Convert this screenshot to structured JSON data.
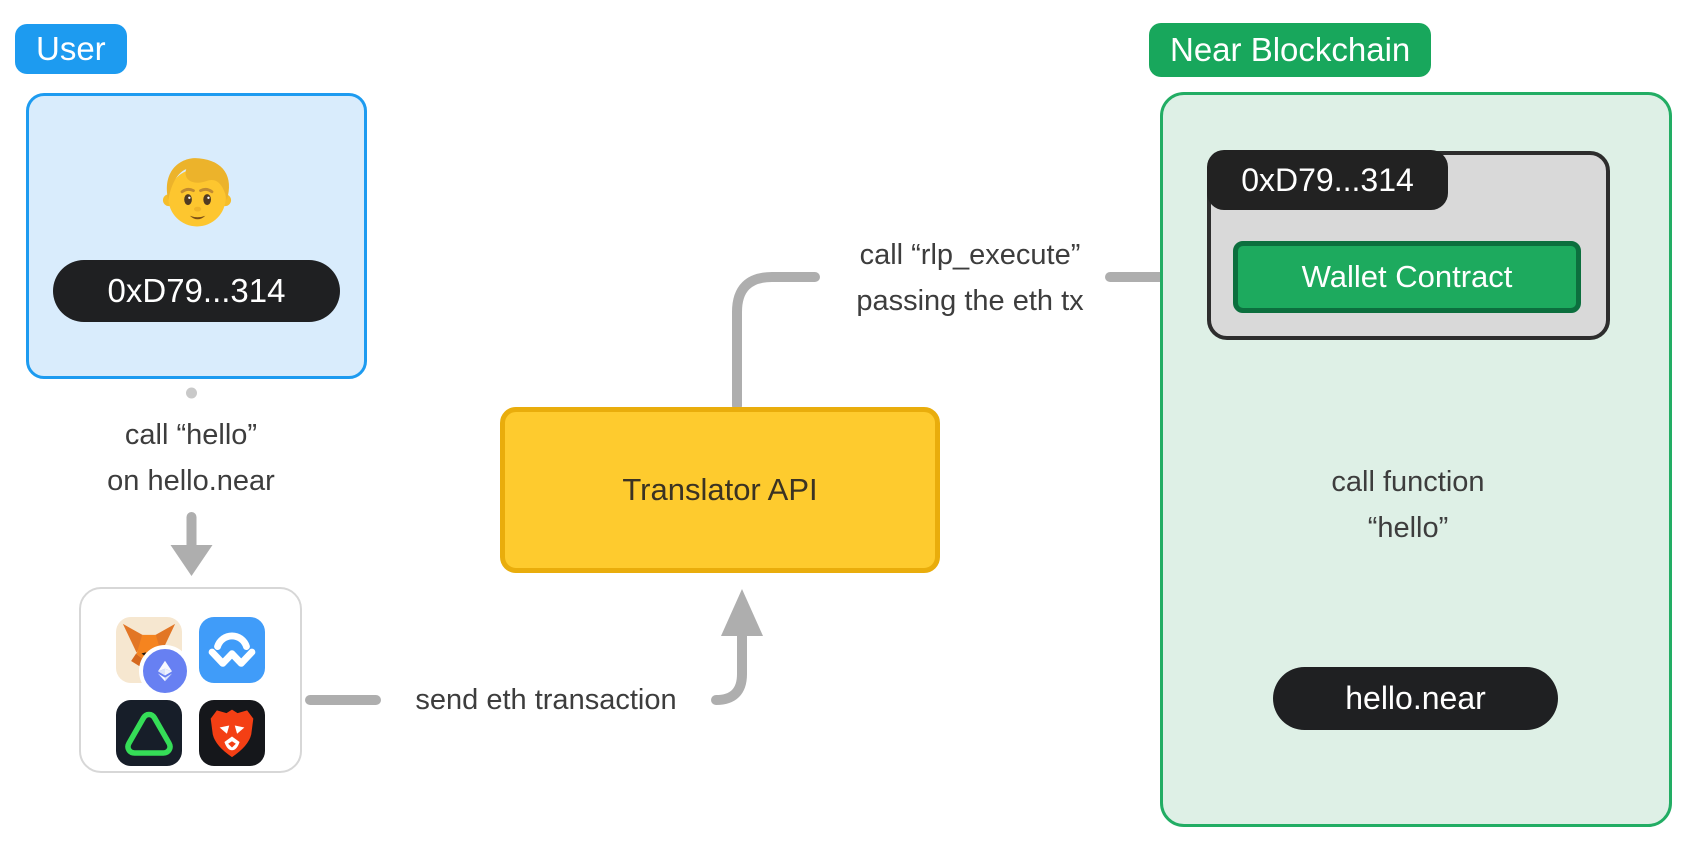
{
  "diagram": {
    "user": {
      "badge": "User",
      "address": "0xD79...314",
      "emoji": "person"
    },
    "left_flow": {
      "call_hello_line1": "call “hello”",
      "call_hello_line2": "on hello.near",
      "send_eth": "send eth transaction"
    },
    "translator": {
      "label": "Translator API"
    },
    "rlp": {
      "line1": "call “rlp_execute”",
      "line2": "passing the eth tx"
    },
    "near": {
      "badge": "Near Blockchain",
      "address": "0xD79...314",
      "wallet_contract": "Wallet Contract",
      "call_function_line1": "call function",
      "call_function_line2": "“hello”",
      "hello_account": "hello.near"
    },
    "wallet_icons": [
      "metamask-icon",
      "walletconnect-icon",
      "ethereum-icon",
      "green-triangle-wallet-icon",
      "brave-icon"
    ],
    "accents": {
      "blue": "#1d9bf0",
      "light_blue": "#d9ecfc",
      "green": "#18a75c",
      "light_green": "#def0e6",
      "yellow": "#fecb2e",
      "yellow_border": "#e9ad0c",
      "dark_pill": "#1f2022",
      "gray_box": "#d9d9d9",
      "arrow_gray": "#aeaeae"
    }
  }
}
